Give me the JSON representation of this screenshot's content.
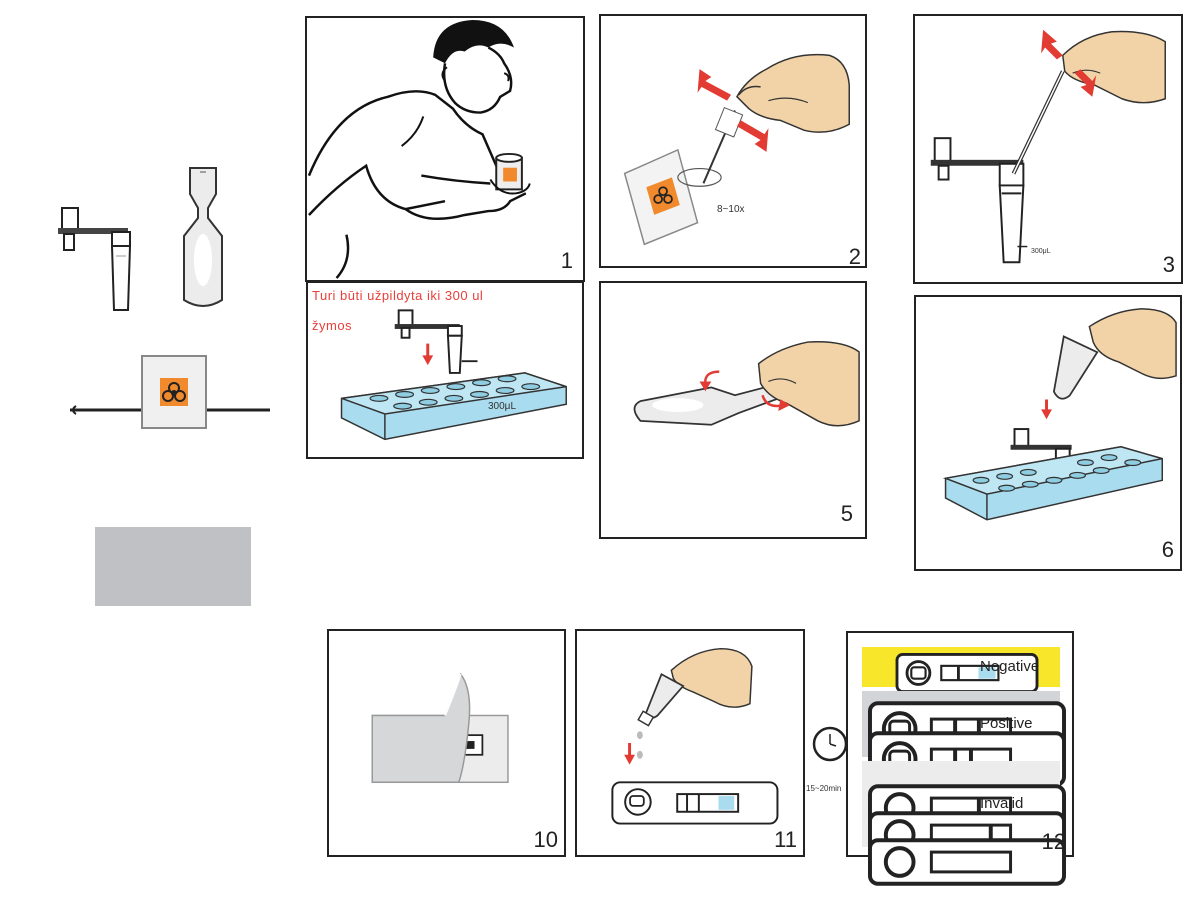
{
  "steps": {
    "s1": "1",
    "s2": "2",
    "s3": "3",
    "s5": "5",
    "s6": "6",
    "s10": "10",
    "s11": "11",
    "s12": "12"
  },
  "panel2": {
    "count_label": "8~10x"
  },
  "panel3": {
    "volume_label": "300μL"
  },
  "panel4": {
    "note_line1": "Turi būti užpildyta iki 300 ul",
    "note_line2": "žymos",
    "volume_label": "300μL"
  },
  "timer": {
    "label": "15~20min"
  },
  "results": {
    "negative": "Negative",
    "positive": "Positive",
    "invalid": "Invalid"
  },
  "colors": {
    "biohazard_orange": "#f08a2c",
    "arrow_red": "#e23b33",
    "rack_blue": "#a9dcee",
    "negative_bg": "#f7e62a",
    "positive_bg": "#d2d4d7",
    "invalid_bg": "#ececec",
    "skin": "#f2d3a8"
  },
  "icons": [
    "biohazard-icon",
    "red-arrow-icon",
    "rotate-arrow-icon",
    "timer-icon"
  ]
}
